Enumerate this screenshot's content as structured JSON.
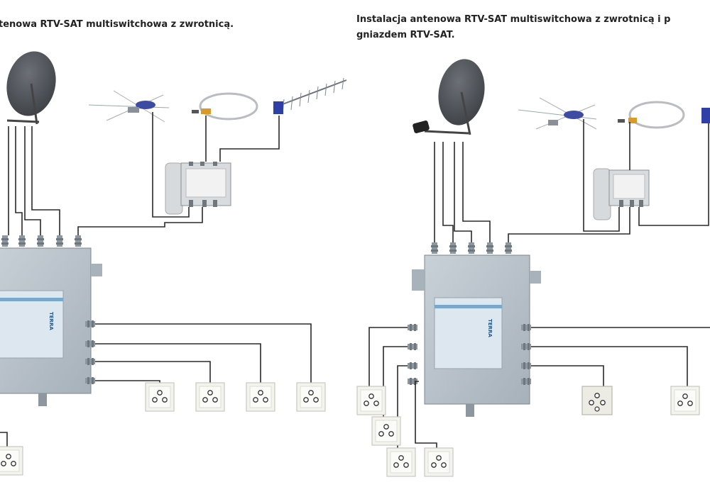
{
  "left_panel": {
    "title": "tenowa RTV-SAT multiswitchowa z zwrotnicą.",
    "switch_brand": "TERRA"
  },
  "right_panel": {
    "title_line1": "Instalacja antenowa RTV-SAT multiswitchowa z zwrotnicą i p",
    "title_line2": "gniazdem RTV-SAT.",
    "switch_brand": "TERRA"
  },
  "colors": {
    "wire": "#2a2a2a",
    "dish": "#4d5257",
    "switch_body": "#b9c2ca",
    "switch_label": "#dbe6f0",
    "socket": "#f3f3ee"
  }
}
